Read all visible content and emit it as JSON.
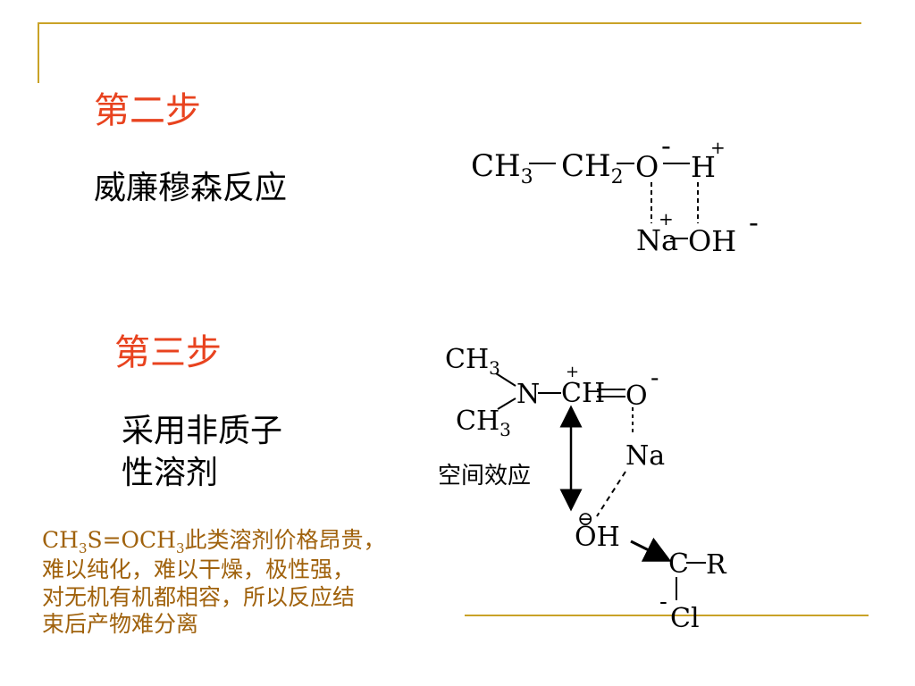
{
  "step2": {
    "heading": "第二步",
    "body": "威廉穆森反应",
    "formula": {
      "ch3": "CH",
      "ch3_sub": "3",
      "ch2": "CH",
      "ch2_sub": "2",
      "o": "O",
      "o_charge": "-",
      "h": "H",
      "h_charge": "+",
      "na": "Na",
      "na_charge": "+",
      "oh": "OH",
      "oh_charge": "-"
    }
  },
  "step3": {
    "heading": "第三步",
    "body_line1": "采用非质子",
    "body_line2": "性溶剂",
    "formula": {
      "ch3_top": "CH",
      "ch3_top_sub": "3",
      "ch3_bot": "CH",
      "ch3_bot_sub": "3",
      "n": "N",
      "ch": "CH",
      "ch_charge": "+",
      "o": "O",
      "o_charge": "-",
      "na": "Na",
      "steric_label": "空间效应",
      "oh": "OH",
      "oh_charge": "⊖",
      "c": "C",
      "r": "R",
      "cl": "Cl",
      "cl_charge": "-"
    }
  },
  "note": {
    "formula_ch3s": "CH",
    "formula_sub1": "3",
    "formula_mid": "S=OCH",
    "formula_sub2": "3",
    "line1_tail": "此类溶剂价格昂贵，",
    "line2": "难以纯化，难以干燥，极性强，",
    "line3": "对无机有机都相容，所以反应结",
    "line4": "束后产物难分离"
  },
  "colors": {
    "accent_rule": "#c9a227",
    "heading": "#e8431f",
    "note": "#a0620d"
  }
}
